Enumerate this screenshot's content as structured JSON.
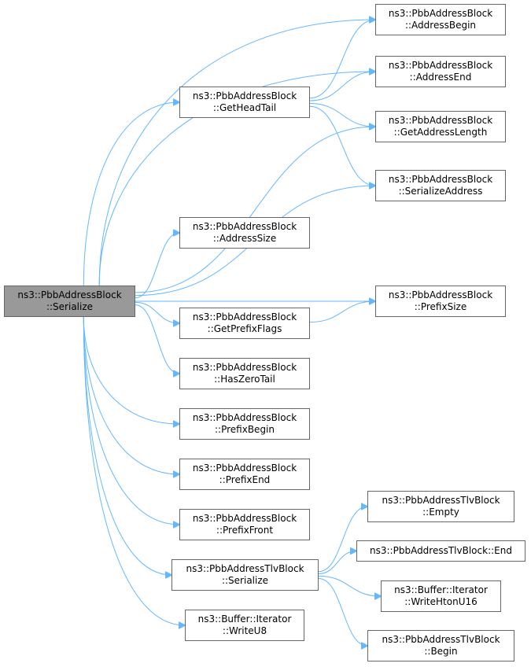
{
  "graph": {
    "edge_color": "#63b8ff",
    "node_border_color": "#666666",
    "root_fill_color": "#999999",
    "node_fill_color": "#ffffff",
    "nodes": {
      "serialize_root": {
        "line1": "ns3::PbbAddressBlock",
        "line2": "::Serialize"
      },
      "get_head_tail": {
        "line1": "ns3::PbbAddressBlock",
        "line2": "::GetHeadTail"
      },
      "address_size": {
        "line1": "ns3::PbbAddressBlock",
        "line2": "::AddressSize"
      },
      "get_prefix_flags": {
        "line1": "ns3::PbbAddressBlock",
        "line2": "::GetPrefixFlags"
      },
      "has_zero_tail": {
        "line1": "ns3::PbbAddressBlock",
        "line2": "::HasZeroTail"
      },
      "prefix_begin": {
        "line1": "ns3::PbbAddressBlock",
        "line2": "::PrefixBegin"
      },
      "prefix_end": {
        "line1": "ns3::PbbAddressBlock",
        "line2": "::PrefixEnd"
      },
      "prefix_front": {
        "line1": "ns3::PbbAddressBlock",
        "line2": "::PrefixFront"
      },
      "tlv_block_serialize": {
        "line1": "ns3::PbbAddressTlvBlock",
        "line2": "::Serialize"
      },
      "write_u8": {
        "line1": "ns3::Buffer::Iterator",
        "line2": "::WriteU8"
      },
      "address_begin": {
        "line1": "ns3::PbbAddressBlock",
        "line2": "::AddressBegin"
      },
      "address_end": {
        "line1": "ns3::PbbAddressBlock",
        "line2": "::AddressEnd"
      },
      "get_address_length": {
        "line1": "ns3::PbbAddressBlock",
        "line2": "::GetAddressLength"
      },
      "serialize_address": {
        "line1": "ns3::PbbAddressBlock",
        "line2": "::SerializeAddress"
      },
      "prefix_size": {
        "line1": "ns3::PbbAddressBlock",
        "line2": "::PrefixSize"
      },
      "tlv_empty": {
        "line1": "ns3::PbbAddressTlvBlock",
        "line2": "::Empty"
      },
      "tlv_end": {
        "line1": "ns3::PbbAddressTlvBlock::End"
      },
      "write_hton_u16": {
        "line1": "ns3::Buffer::Iterator",
        "line2": "::WriteHtonU16"
      },
      "tlv_begin": {
        "line1": "ns3::PbbAddressTlvBlock",
        "line2": "::Begin"
      }
    },
    "edges": [
      [
        "serialize_root",
        "address_begin"
      ],
      [
        "serialize_root",
        "address_end"
      ],
      [
        "serialize_root",
        "get_head_tail"
      ],
      [
        "serialize_root",
        "get_address_length"
      ],
      [
        "serialize_root",
        "serialize_address"
      ],
      [
        "serialize_root",
        "address_size"
      ],
      [
        "serialize_root",
        "prefix_size"
      ],
      [
        "serialize_root",
        "get_prefix_flags"
      ],
      [
        "serialize_root",
        "has_zero_tail"
      ],
      [
        "serialize_root",
        "prefix_begin"
      ],
      [
        "serialize_root",
        "prefix_end"
      ],
      [
        "serialize_root",
        "prefix_front"
      ],
      [
        "serialize_root",
        "tlv_block_serialize"
      ],
      [
        "serialize_root",
        "write_u8"
      ],
      [
        "get_head_tail",
        "address_begin"
      ],
      [
        "get_head_tail",
        "address_end"
      ],
      [
        "get_head_tail",
        "get_address_length"
      ],
      [
        "get_head_tail",
        "serialize_address"
      ],
      [
        "get_prefix_flags",
        "prefix_size"
      ],
      [
        "tlv_block_serialize",
        "tlv_empty"
      ],
      [
        "tlv_block_serialize",
        "tlv_end"
      ],
      [
        "tlv_block_serialize",
        "write_hton_u16"
      ],
      [
        "tlv_block_serialize",
        "tlv_begin"
      ]
    ]
  }
}
